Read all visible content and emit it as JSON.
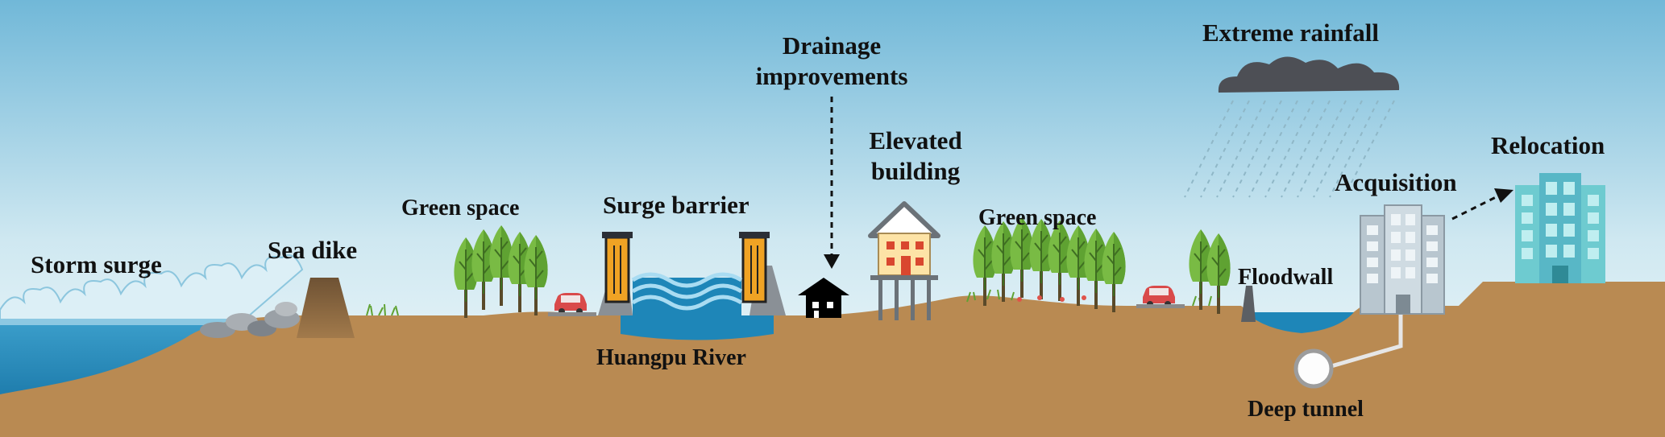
{
  "labels": {
    "storm_surge": "Storm surge",
    "sea_dike": "Sea dike",
    "green_space_1": "Green space",
    "surge_barrier": "Surge barrier",
    "huangpu_river": "Huangpu River",
    "drainage_line1": "Drainage",
    "drainage_line2": "improvements",
    "elevated_line1": "Elevated",
    "elevated_line2": "building",
    "green_space_2": "Green space",
    "extreme_rainfall": "Extreme rainfall",
    "floodwall": "Floodwall",
    "acquisition": "Acquisition",
    "relocation": "Relocation",
    "deep_tunnel": "Deep tunnel"
  },
  "colors": {
    "sky_top": "#6fb6d6",
    "sky_bottom": "#eef7fa",
    "ground": "#b98a52",
    "water": "#1e86b8",
    "tree": "#7fbf4a",
    "cloud": "#4d4f55"
  }
}
